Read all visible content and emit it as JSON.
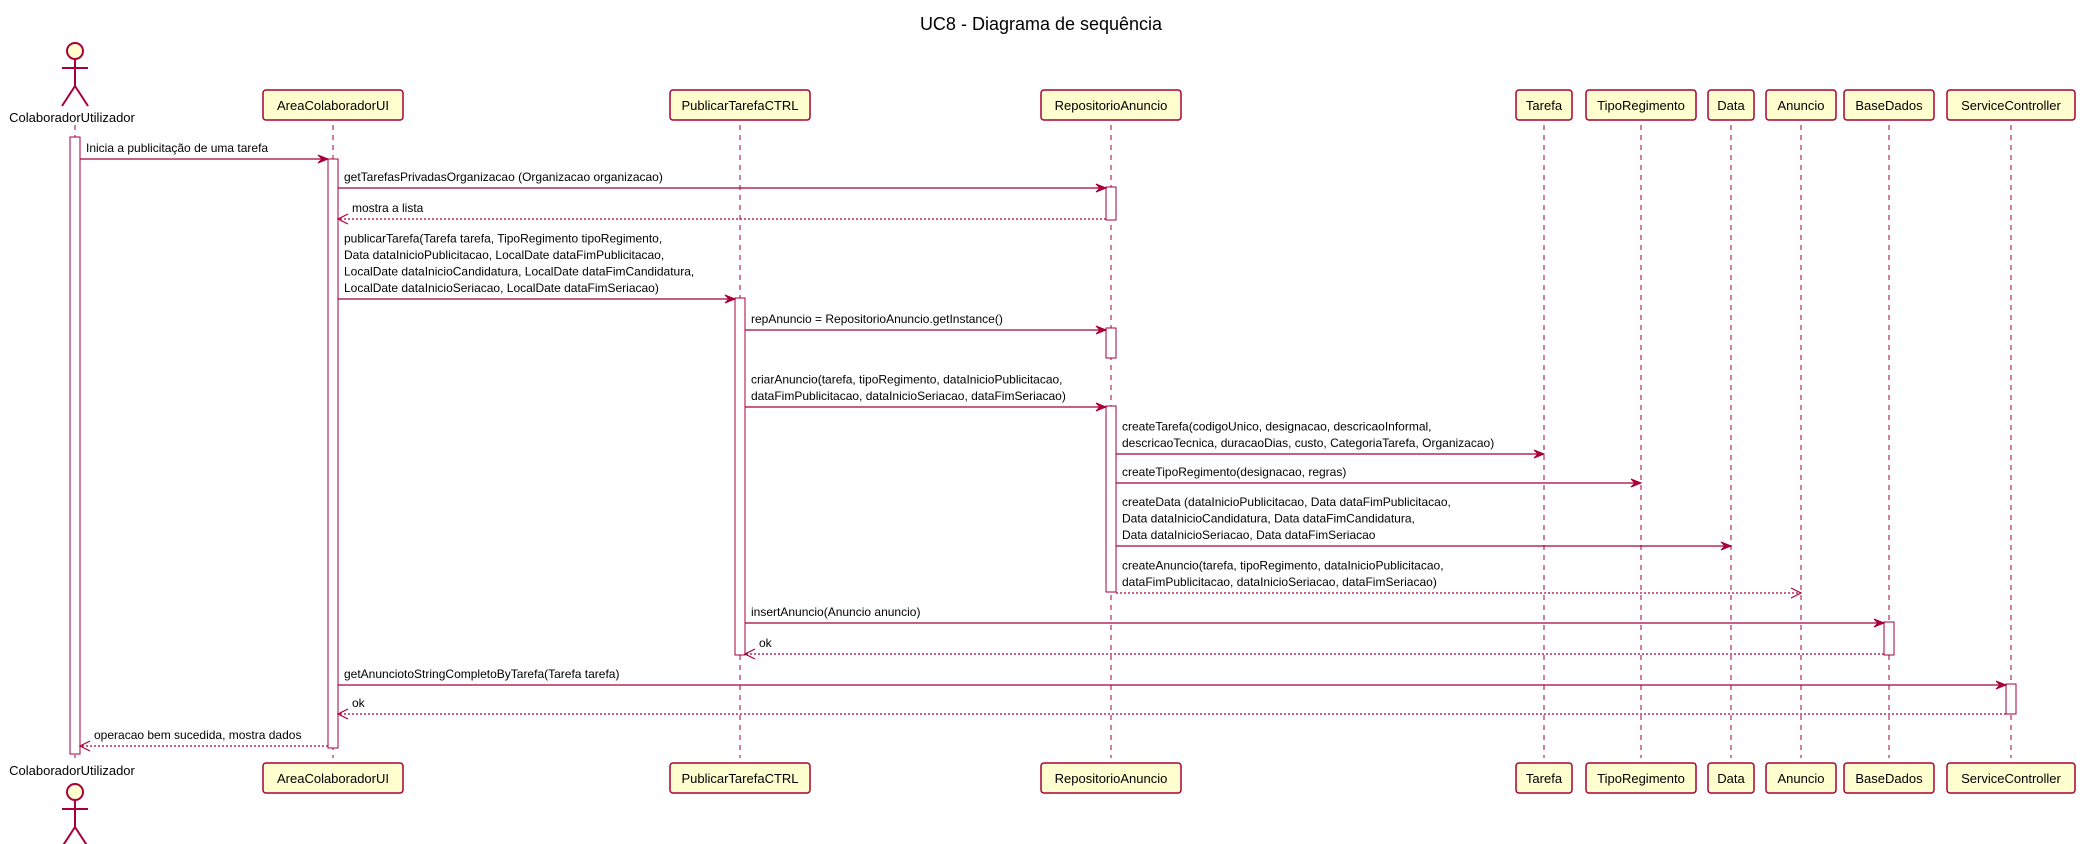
{
  "title": "UC8 - Diagrama de sequência",
  "colors": {
    "border": "#A80036",
    "participant_fill": "#FEFECE",
    "text": "#000000",
    "activation_fill": "#FFFFFF"
  },
  "participants": [
    {
      "id": "ColaboradorUtilizador",
      "label": "ColaboradorUtilizador",
      "kind": "actor"
    },
    {
      "id": "AreaColaboradorUI",
      "label": "AreaColaboradorUI",
      "kind": "participant"
    },
    {
      "id": "PublicarTarefaCTRL",
      "label": "PublicarTarefaCTRL",
      "kind": "participant"
    },
    {
      "id": "RepositorioAnuncio",
      "label": "RepositorioAnuncio",
      "kind": "participant"
    },
    {
      "id": "Tarefa",
      "label": "Tarefa",
      "kind": "participant"
    },
    {
      "id": "TipoRegimento",
      "label": "TipoRegimento",
      "kind": "participant"
    },
    {
      "id": "Data",
      "label": "Data",
      "kind": "participant"
    },
    {
      "id": "Anuncio",
      "label": "Anuncio",
      "kind": "participant"
    },
    {
      "id": "BaseDados",
      "label": "BaseDados",
      "kind": "participant"
    },
    {
      "id": "ServiceController",
      "label": "ServiceController",
      "kind": "participant"
    }
  ],
  "messages": [
    {
      "from": "ColaboradorUtilizador",
      "to": "AreaColaboradorUI",
      "type": "sync",
      "lines": [
        "Inicia a publicitação de uma tarefa"
      ]
    },
    {
      "from": "AreaColaboradorUI",
      "to": "RepositorioAnuncio",
      "type": "sync",
      "lines": [
        "getTarefasPrivadasOrganizacao (Organizacao organizacao)"
      ]
    },
    {
      "from": "RepositorioAnuncio",
      "to": "AreaColaboradorUI",
      "type": "return",
      "lines": [
        "mostra a lista"
      ]
    },
    {
      "from": "AreaColaboradorUI",
      "to": "PublicarTarefaCTRL",
      "type": "sync",
      "lines": [
        "publicarTarefa(Tarefa tarefa, TipoRegimento tipoRegimento,",
        "Data dataInicioPublicitacao, LocalDate dataFimPublicitacao,",
        "LocalDate dataInicioCandidatura, LocalDate dataFimCandidatura,",
        "LocalDate dataInicioSeriacao, LocalDate dataFimSeriacao)"
      ]
    },
    {
      "from": "PublicarTarefaCTRL",
      "to": "RepositorioAnuncio",
      "type": "sync",
      "lines": [
        "repAnuncio = RepositorioAnuncio.getInstance()"
      ]
    },
    {
      "from": "PublicarTarefaCTRL",
      "to": "RepositorioAnuncio",
      "type": "sync",
      "lines": [
        "criarAnuncio(tarefa, tipoRegimento, dataInicioPublicitacao,",
        "dataFimPublicitacao, dataInicioSeriacao, dataFimSeriacao)"
      ]
    },
    {
      "from": "RepositorioAnuncio",
      "to": "Tarefa",
      "type": "sync",
      "lines": [
        "createTarefa(codigoUnico, designacao, descricaoInformal,",
        "descricaoTecnica, duracaoDias, custo, CategoriaTarefa, Organizacao)"
      ]
    },
    {
      "from": "RepositorioAnuncio",
      "to": "TipoRegimento",
      "type": "sync",
      "lines": [
        "createTipoRegimento(designacao, regras)"
      ]
    },
    {
      "from": "RepositorioAnuncio",
      "to": "Data",
      "type": "sync",
      "lines": [
        "createData (dataInicioPublicitacao, Data dataFimPublicitacao,",
        "Data dataInicioCandidatura, Data dataFimCandidatura,",
        "Data dataInicioSeriacao, Data dataFimSeriacao"
      ]
    },
    {
      "from": "RepositorioAnuncio",
      "to": "Anuncio",
      "type": "return",
      "lines": [
        "createAnuncio(tarefa, tipoRegimento, dataInicioPublicitacao,",
        "dataFimPublicitacao, dataInicioSeriacao, dataFimSeriacao)"
      ]
    },
    {
      "from": "PublicarTarefaCTRL",
      "to": "BaseDados",
      "type": "sync",
      "lines": [
        "insertAnuncio(Anuncio anuncio)"
      ]
    },
    {
      "from": "BaseDados",
      "to": "PublicarTarefaCTRL",
      "type": "return",
      "lines": [
        "ok"
      ]
    },
    {
      "from": "AreaColaboradorUI",
      "to": "ServiceController",
      "type": "sync",
      "lines": [
        "getAnunciotoStringCompletoByTarefa(Tarefa tarefa)"
      ]
    },
    {
      "from": "ServiceController",
      "to": "AreaColaboradorUI",
      "type": "return",
      "lines": [
        "ok"
      ]
    },
    {
      "from": "AreaColaboradorUI",
      "to": "ColaboradorUtilizador",
      "type": "return",
      "lines": [
        "operacao bem sucedida, mostra dados"
      ]
    }
  ]
}
